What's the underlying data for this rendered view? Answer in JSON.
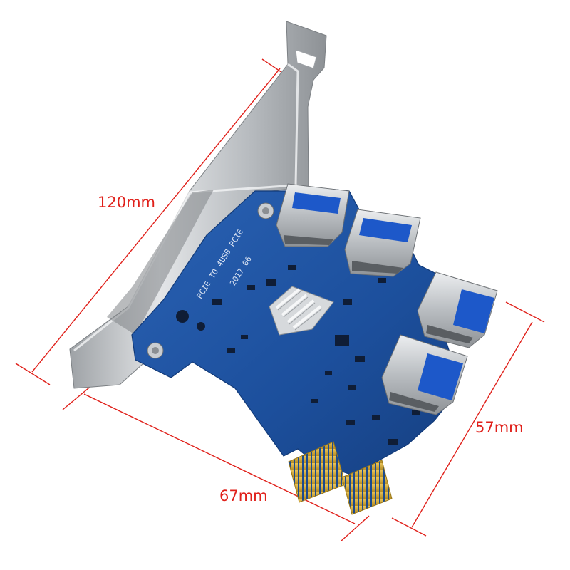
{
  "image": {
    "subject": "PCIe x1 to 4-port USB 3.0 riser adapter card",
    "dimension_color": "#e0201a",
    "pcb_color": "#1c4f9c",
    "bracket_color": "#c9cbcd"
  },
  "dimensions": {
    "length": "120mm",
    "height": "57mm",
    "width": "67mm"
  },
  "pcb_silkscreen": {
    "line1": "PCIE TO 4USB PCIE",
    "line2": "2017 06"
  }
}
